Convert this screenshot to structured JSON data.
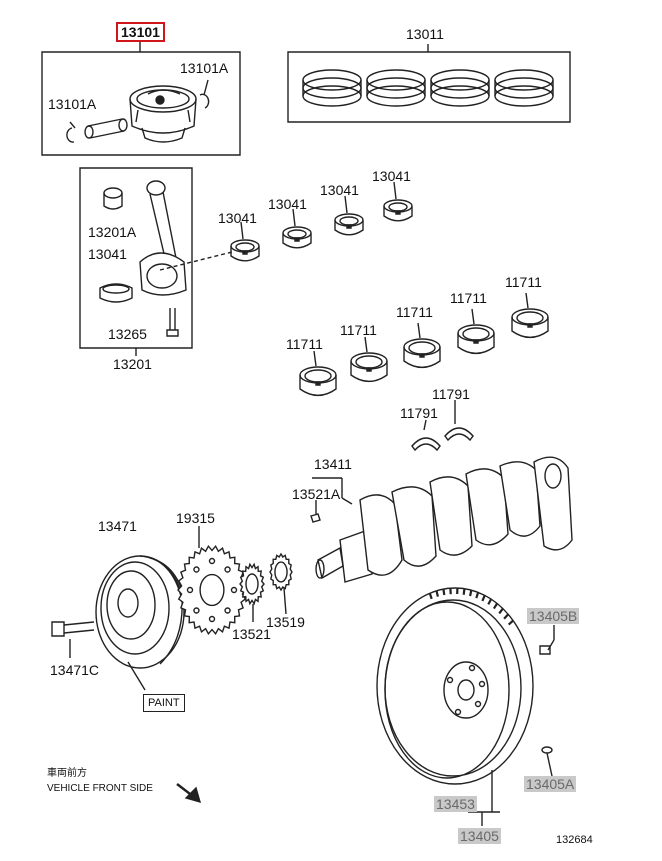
{
  "labels": {
    "piston_assy": "13101",
    "snap_ring_right": "13101A",
    "snap_ring_left": "13101A",
    "ring_set": "13011",
    "rod_bushing": "13201A",
    "rod_bearing_in_box": "13041",
    "rod_bolt": "13265",
    "conn_rod_assy": "13201",
    "rod_bearing_1": "13041",
    "rod_bearing_2": "13041",
    "rod_bearing_3": "13041",
    "rod_bearing_4": "13041",
    "main_bearing_1": "11711",
    "main_bearing_2": "11711",
    "main_bearing_3": "11711",
    "main_bearing_4": "11711",
    "main_bearing_5": "11711",
    "thrust_washer_1": "11791",
    "thrust_washer_2": "11791",
    "crankshaft": "13411",
    "crank_key": "13521A",
    "pulley": "13471",
    "timing_gear": "19315",
    "pulley_bolt": "13471C",
    "crank_gear": "13521",
    "gear_spacer": "13519",
    "flywheel_bolt": "13405B",
    "flywheel_pin": "13405A",
    "ring_gear": "13453",
    "flywheel": "13405",
    "paint": "PAINT",
    "front_jp": "車両前方",
    "front_en": "VEHICLE FRONT SIDE",
    "diagram_id": "132684"
  },
  "colors": {
    "highlight_border": "#d0161b",
    "unavailable_bg": "#c9c9c9",
    "line": "#222222"
  }
}
